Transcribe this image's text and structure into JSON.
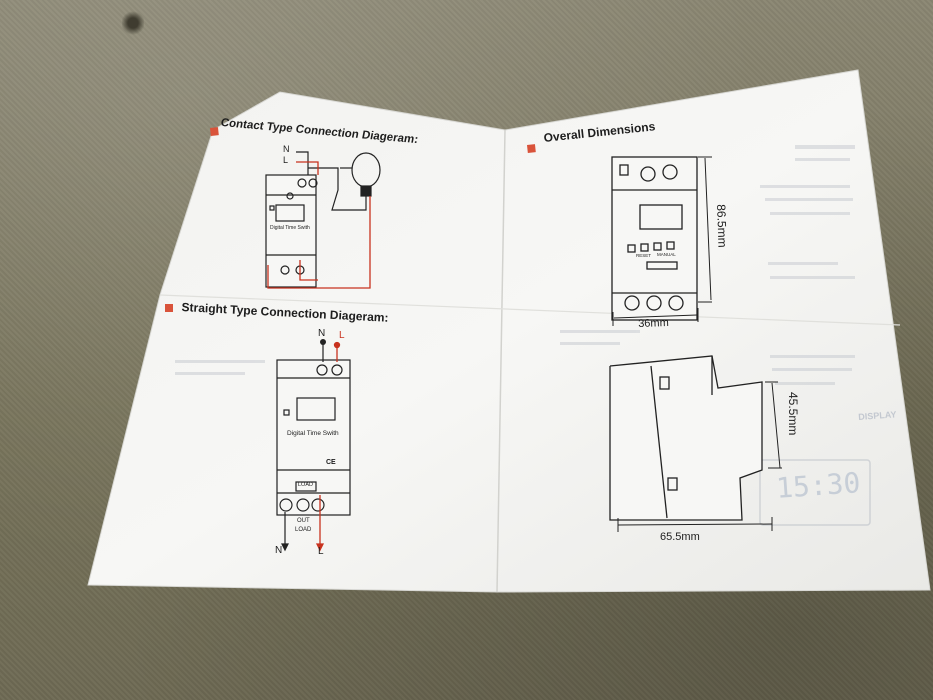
{
  "document": {
    "contact_heading": "Contact Type Connection Diageram:",
    "straight_heading": "Straight Type Connection Diageram:",
    "dimensions_heading": "Overall Dimensions",
    "contact_diagram": {
      "terminal_n": "N",
      "terminal_l": "L",
      "device_label": "Digital Time Swith"
    },
    "straight_diagram": {
      "terminal_n_top": "N",
      "terminal_l_top": "L",
      "device_label": "Digital Time Swith",
      "ce_mark": "CE",
      "load_label": "LOAD",
      "out_label": "OUT",
      "load_label_2": "LOAD",
      "terminal_n_bottom": "N",
      "terminal_l_bottom": "L"
    },
    "front_view": {
      "button_labels": [
        "RESET",
        "MANUAL"
      ],
      "height_dim": "86.5mm",
      "width_dim": "36mm"
    },
    "side_view": {
      "height_dim": "45.5mm",
      "depth_dim": "65.5mm"
    },
    "showthrough": {
      "heading": "DISPLAY",
      "clock_time": "15:30"
    }
  },
  "colors": {
    "paper": "#f4f4f2",
    "accent_red": "#d9533a",
    "wire_red": "#c8321e",
    "line": "#222222",
    "background_cloth": "#7d7963"
  }
}
